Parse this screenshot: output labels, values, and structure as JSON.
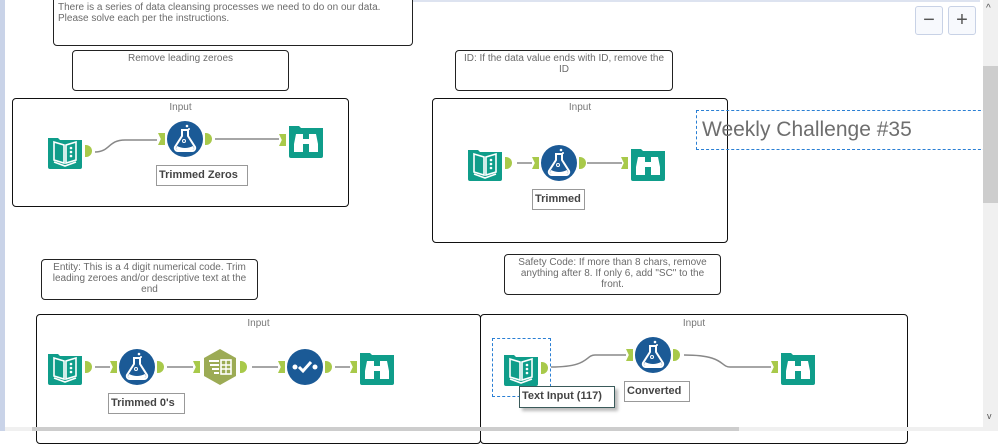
{
  "canvas": {
    "main_comment": "There is a series of data cleansing processes we need to do on our data. Please solve each per the instructions.",
    "title": "Weekly Challenge #35",
    "zoom_out_label": "−",
    "zoom_in_label": "+",
    "scroll_up": "^",
    "scroll_down": "v"
  },
  "comments": [
    {
      "text": "Remove leading zeroes"
    },
    {
      "text": "ID: If the data value ends with ID, remove the ID"
    },
    {
      "text": "Entity: This is a 4 digit numerical code. Trim leading zeroes and/or descriptive text at the end"
    },
    {
      "text": "Safety Code: If more than 8 chars, remove anything after 8. If only 6, add \"SC\" to the front."
    }
  ],
  "containers": [
    {
      "title": "Input",
      "formula_label": "Trimmed Zeros"
    },
    {
      "title": "Input",
      "formula_label": "Trimmed"
    },
    {
      "title": "Input",
      "formula_label": "Trimmed 0's"
    },
    {
      "title": "Input",
      "formula_label": "Converted",
      "tooltip": "Text Input (117)"
    }
  ],
  "colors": {
    "input_tool": "#0f9d8a",
    "formula_tool": "#1b5a96",
    "cleanse_tool": "#9cab55",
    "anchor": "#a8c94a",
    "selection": "#2a7fd4"
  },
  "icons": [
    "text-input-icon",
    "formula-icon",
    "browse-icon",
    "text-to-columns-icon",
    "select-records-icon"
  ]
}
